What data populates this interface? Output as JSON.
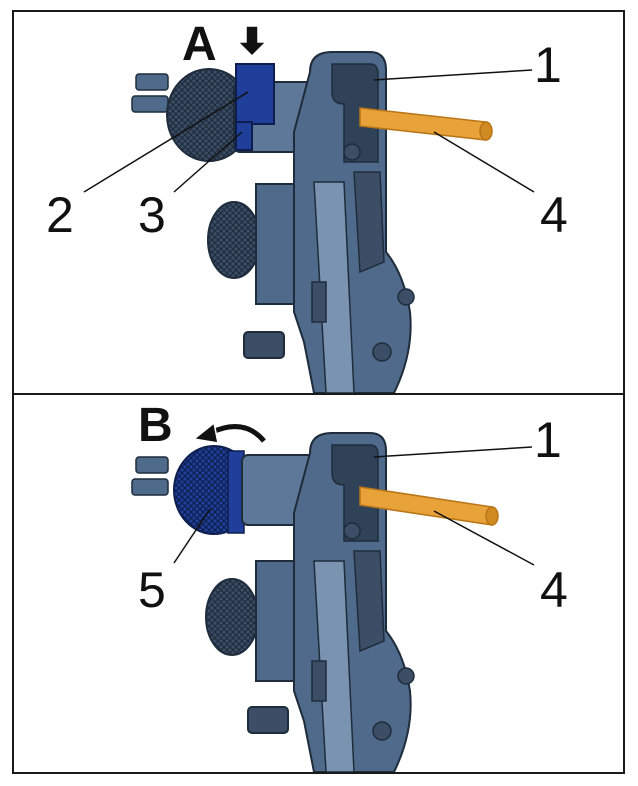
{
  "panels": [
    {
      "step": "A",
      "callouts": [
        "1",
        "2",
        "3",
        "4"
      ]
    },
    {
      "step": "B",
      "callouts": [
        "1",
        "5",
        "4"
      ]
    }
  ],
  "colors": {
    "frame": "#1a1a1a",
    "tool_body": "#4f6a8a",
    "tool_dark": "#2f4258",
    "tool_light": "#7a93b0",
    "highlight_blue": "#1f3f9a",
    "rod": "#e8a23a",
    "rod_dark": "#b87518",
    "label_text": "#111111"
  },
  "icons": {
    "panel_a_action": "arrow-down-icon",
    "panel_b_action": "rotate-arrow-icon"
  }
}
